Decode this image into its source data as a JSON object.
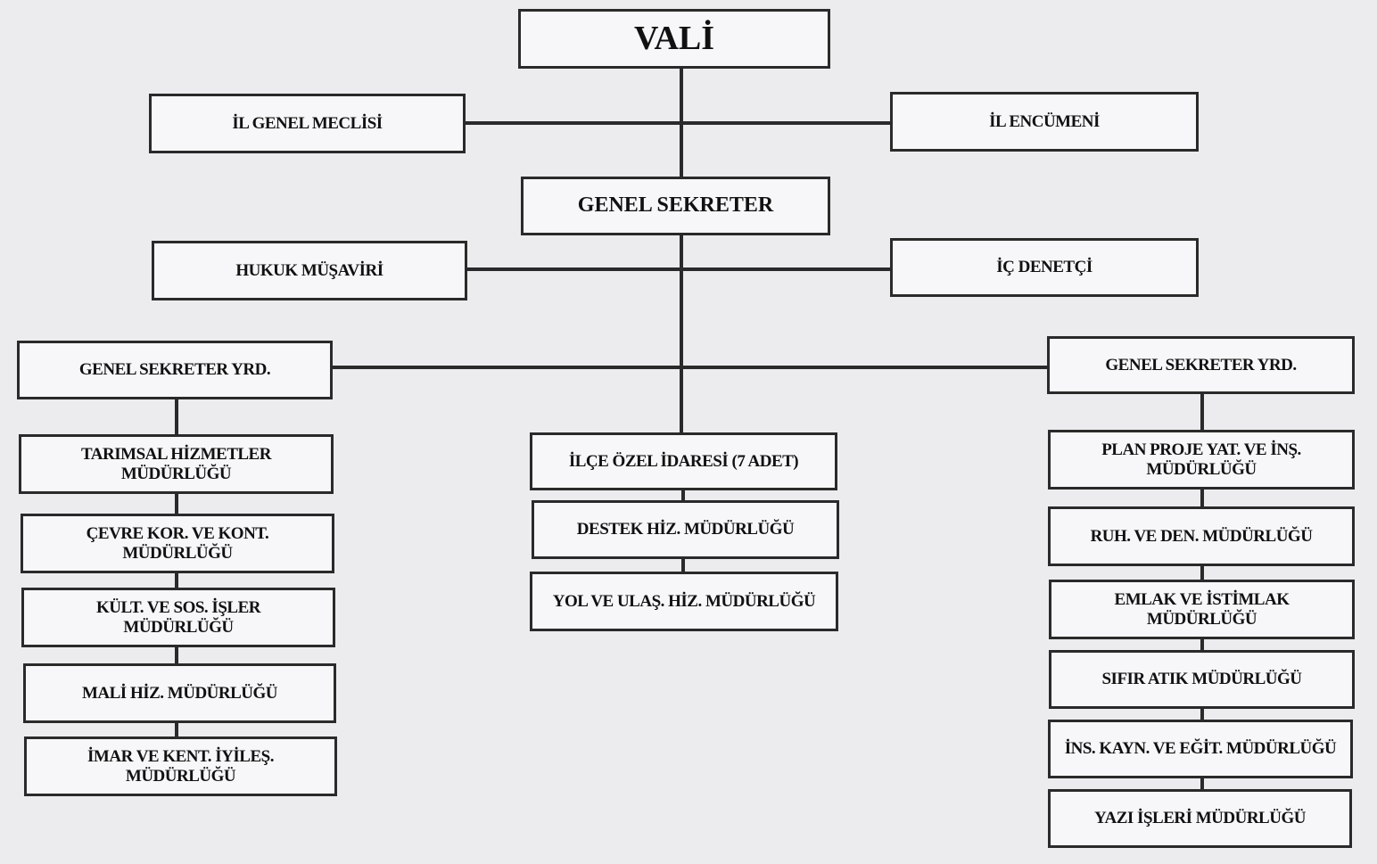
{
  "org_chart": {
    "vali": "VALİ",
    "il_genel_meclisi": "İL GENEL MECLİSİ",
    "il_encumeni": "İL ENCÜMENİ",
    "genel_sekreter": "GENEL SEKRETER",
    "hukuk_musaviri": "HUKUK MÜŞAVİRİ",
    "ic_denetci": "İÇ DENETÇİ",
    "left_deputy": {
      "title": "GENEL SEKRETER YRD.",
      "units": [
        [
          "TARIMSAL HİZMETLER",
          "MÜDÜRLÜĞÜ"
        ],
        [
          "ÇEVRE KOR. VE KONT.",
          "MÜDÜRLÜĞÜ"
        ],
        [
          "KÜLT. VE SOS. İŞLER",
          "MÜDÜRLÜĞÜ"
        ],
        [
          "MALİ HİZ. MÜDÜRLÜĞÜ"
        ],
        [
          "İMAR VE KENT. İYİLEŞ.",
          "MÜDÜRLÜĞÜ"
        ]
      ]
    },
    "center_units": [
      "İLÇE ÖZEL İDARESİ (7 ADET)",
      "DESTEK HİZ. MÜDÜRLÜĞÜ",
      "YOL VE ULAŞ. HİZ. MÜDÜRLÜĞÜ"
    ],
    "right_deputy": {
      "title": "GENEL SEKRETER YRD.",
      "units": [
        [
          "PLAN PROJE YAT. VE İNŞ.",
          "MÜDÜRLÜĞÜ"
        ],
        [
          "RUH. VE DEN. MÜDÜRLÜĞÜ"
        ],
        [
          "EMLAK VE İSTİMLAK",
          "MÜDÜRLÜĞÜ"
        ],
        [
          "SIFIR ATIK MÜDÜRLÜĞÜ"
        ],
        [
          "İNS. KAYN. VE EĞİT. MÜDÜRLÜĞÜ"
        ],
        [
          "YAZI İŞLERİ MÜDÜRLÜĞÜ"
        ]
      ]
    }
  }
}
